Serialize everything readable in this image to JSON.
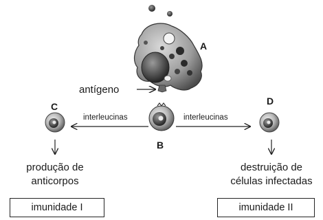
{
  "labels": {
    "A": "A",
    "B": "B",
    "C": "C",
    "D": "D",
    "antigen": "antígeno",
    "interleukins_left": "interleucinas",
    "interleukins_right": "interleucinas"
  },
  "outcomes": {
    "left": [
      "produção de",
      "anticorpos"
    ],
    "right": [
      "destruição de",
      "células infectadas"
    ]
  },
  "boxes": {
    "left": "imunidade I",
    "right": "imunidade II"
  }
}
